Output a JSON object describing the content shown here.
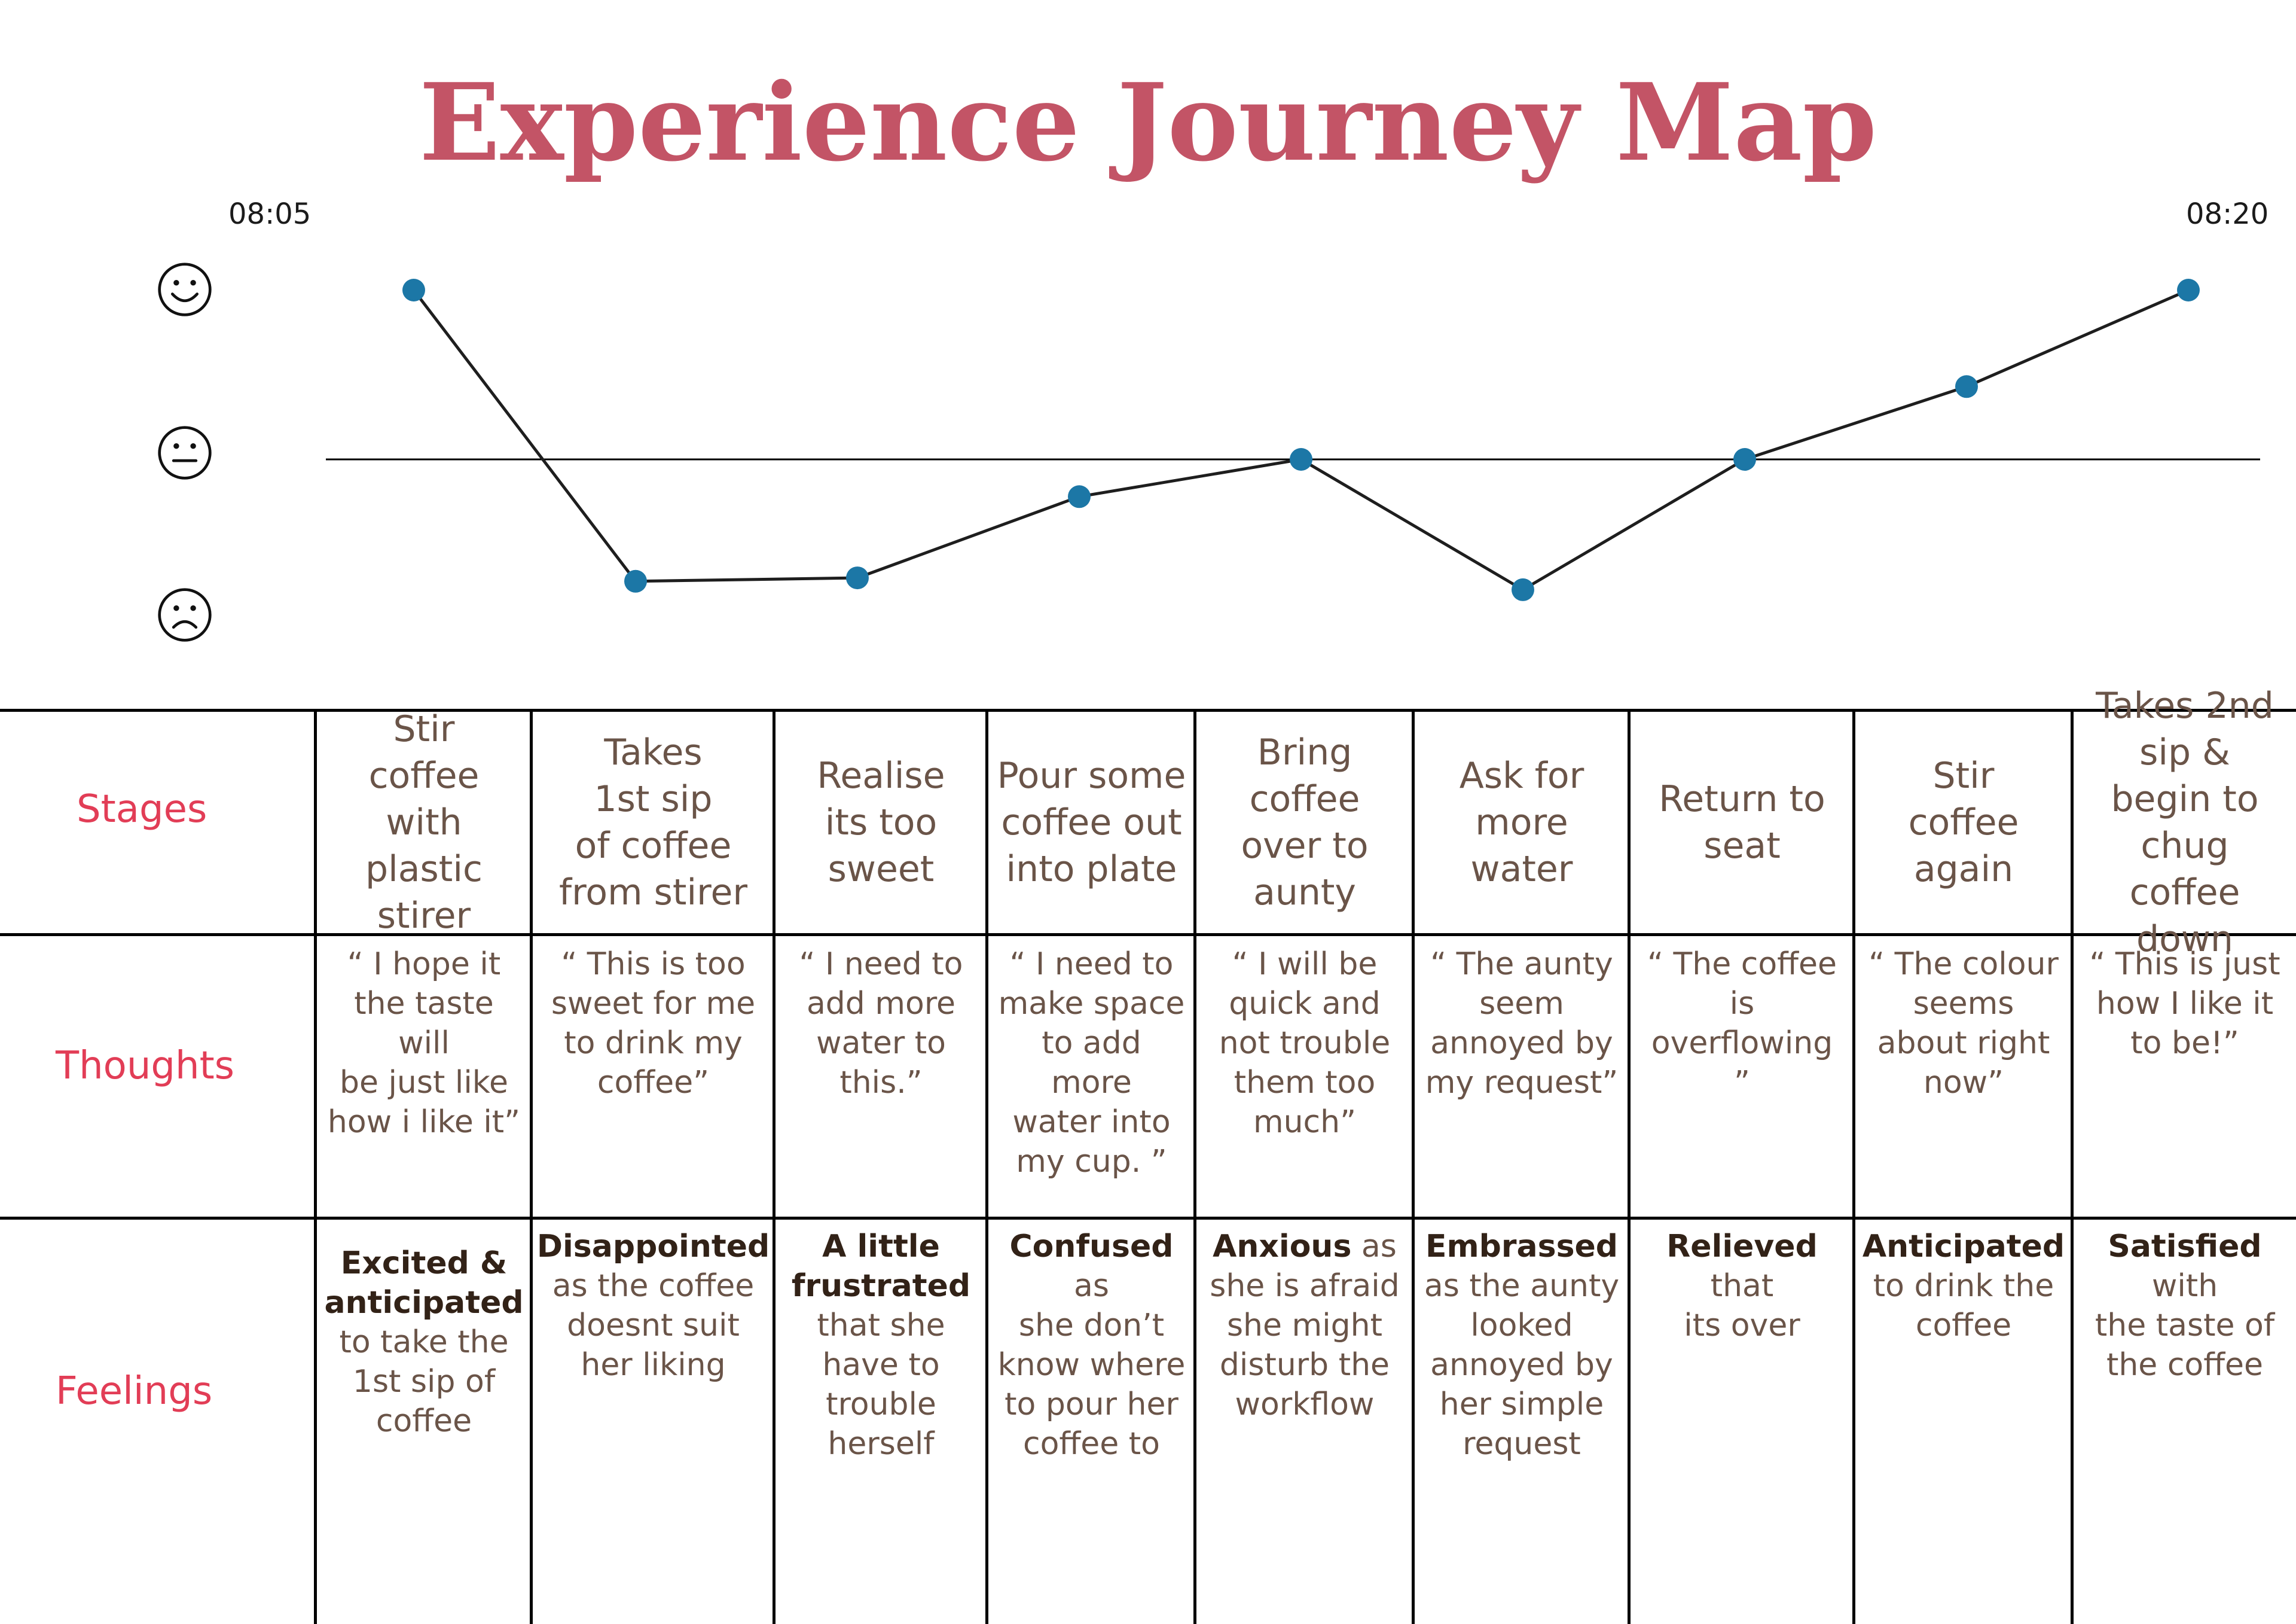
{
  "title": "Experience Journey Map",
  "times": {
    "start": "08:05",
    "end": "08:20"
  },
  "icons": {
    "happy": "smiling-face-icon",
    "neutral": "neutral-face-icon",
    "sad": "frowning-face-icon"
  },
  "colors": {
    "title": "#c35466",
    "row_label": "#e23d56",
    "cell_text": "#6a5448",
    "feeling_strong": "#322217",
    "point": "#1c77a6",
    "line": "#1e1e1e"
  },
  "row_labels": {
    "stages": "Stages",
    "thoughts": "Thoughts",
    "feelings": "Feelings"
  },
  "chart_data": {
    "type": "line",
    "x": [
      1,
      2,
      3,
      4,
      5,
      6,
      7,
      8,
      9
    ],
    "values": [
      1.0,
      -0.72,
      -0.7,
      -0.22,
      0.0,
      -0.77,
      0.0,
      0.43,
      1.0
    ],
    "baseline": 0,
    "ylim": [
      -1,
      1
    ],
    "grid": false
  },
  "stages": [
    "Stir\ncoffee\nwith plastic\nstirer",
    "Takes\n1st sip\nof coffee\nfrom stirer",
    "Realise\nits too\nsweet",
    "Pour some\ncoffee out\ninto plate",
    "Bring coffee\nover to\naunty",
    "Ask for\nmore\nwater",
    "Return to\nseat",
    "Stir\ncoffee\nagain",
    "Takes 2nd\nsip &\nbegin to\nchug coffee\ndown"
  ],
  "thoughts": [
    "“ I hope it\nthe taste will\nbe just like\nhow i like it”",
    "“ This is too\nsweet for me\nto drink my\ncoffee”",
    "“ I need to\nadd more\nwater to\nthis.”",
    "“ I need to\nmake space\nto add more\nwater into\nmy cup. ”",
    "“ I will be\nquick and\nnot trouble\nthem too\nmuch”",
    "“ The aunty\nseem\nannoyed by\nmy request”",
    "“ The coffee\nis\noverflowing\n”",
    "“ The colour\nseems\nabout right\nnow”",
    "“ This is just\nhow I like it\nto be!”"
  ],
  "feelings": [
    {
      "strong": "Excited &\nanticipated",
      "rest": "\nto take the\n1st sip of\ncoffee"
    },
    {
      "strong": "Disappointed",
      "rest": "\nas the coffee\ndoesnt suit\nher liking"
    },
    {
      "strong": "A little\nfrustrated",
      "rest": "\nthat she\nhave to\ntrouble\nherself"
    },
    {
      "strong": "Confused",
      "rest": " as\nshe don’t\nknow where\nto pour her\ncoffee to"
    },
    {
      "strong": "Anxious",
      "rest": " as\nshe is afraid\nshe might\ndisturb the\nworkflow"
    },
    {
      "strong": "Embrassed",
      "rest": "\nas the aunty\nlooked\nannoyed by\nher simple\nrequest"
    },
    {
      "strong": "Relieved",
      "rest": " that\nits over"
    },
    {
      "strong": "Anticipated",
      "rest": "\nto drink the\ncoffee"
    },
    {
      "strong": "Satisfied",
      "rest": " with\nthe taste of\nthe coffee"
    }
  ]
}
